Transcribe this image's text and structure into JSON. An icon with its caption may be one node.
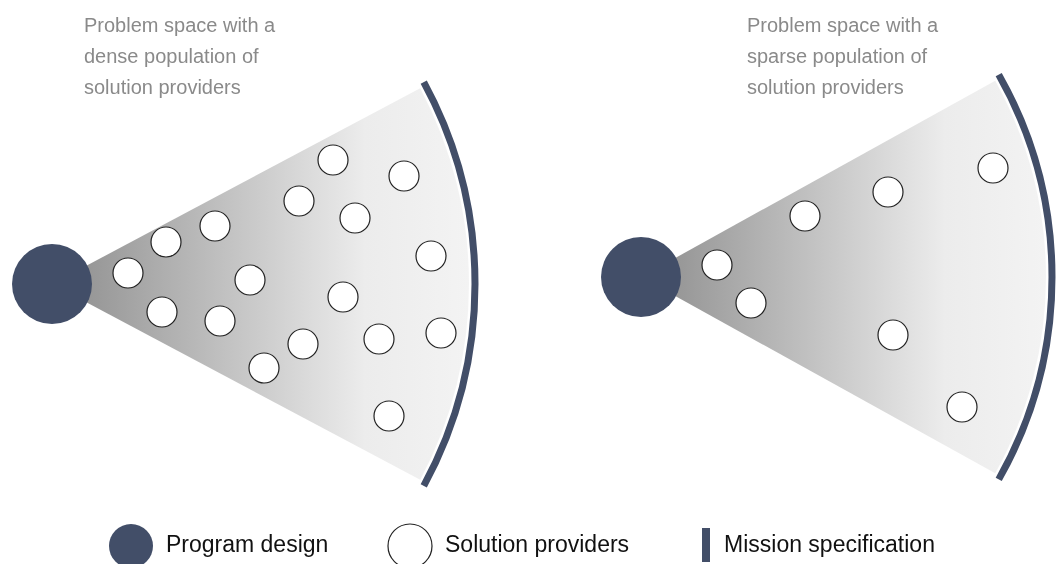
{
  "diagram": {
    "labels": [
      "Problem space with a dense population of solution providers",
      "Problem space with a sparse population of solution providers"
    ],
    "legend": [
      {
        "text": "Program design"
      },
      {
        "text": "Solution providers"
      },
      {
        "text": "Mission specification"
      }
    ]
  }
}
